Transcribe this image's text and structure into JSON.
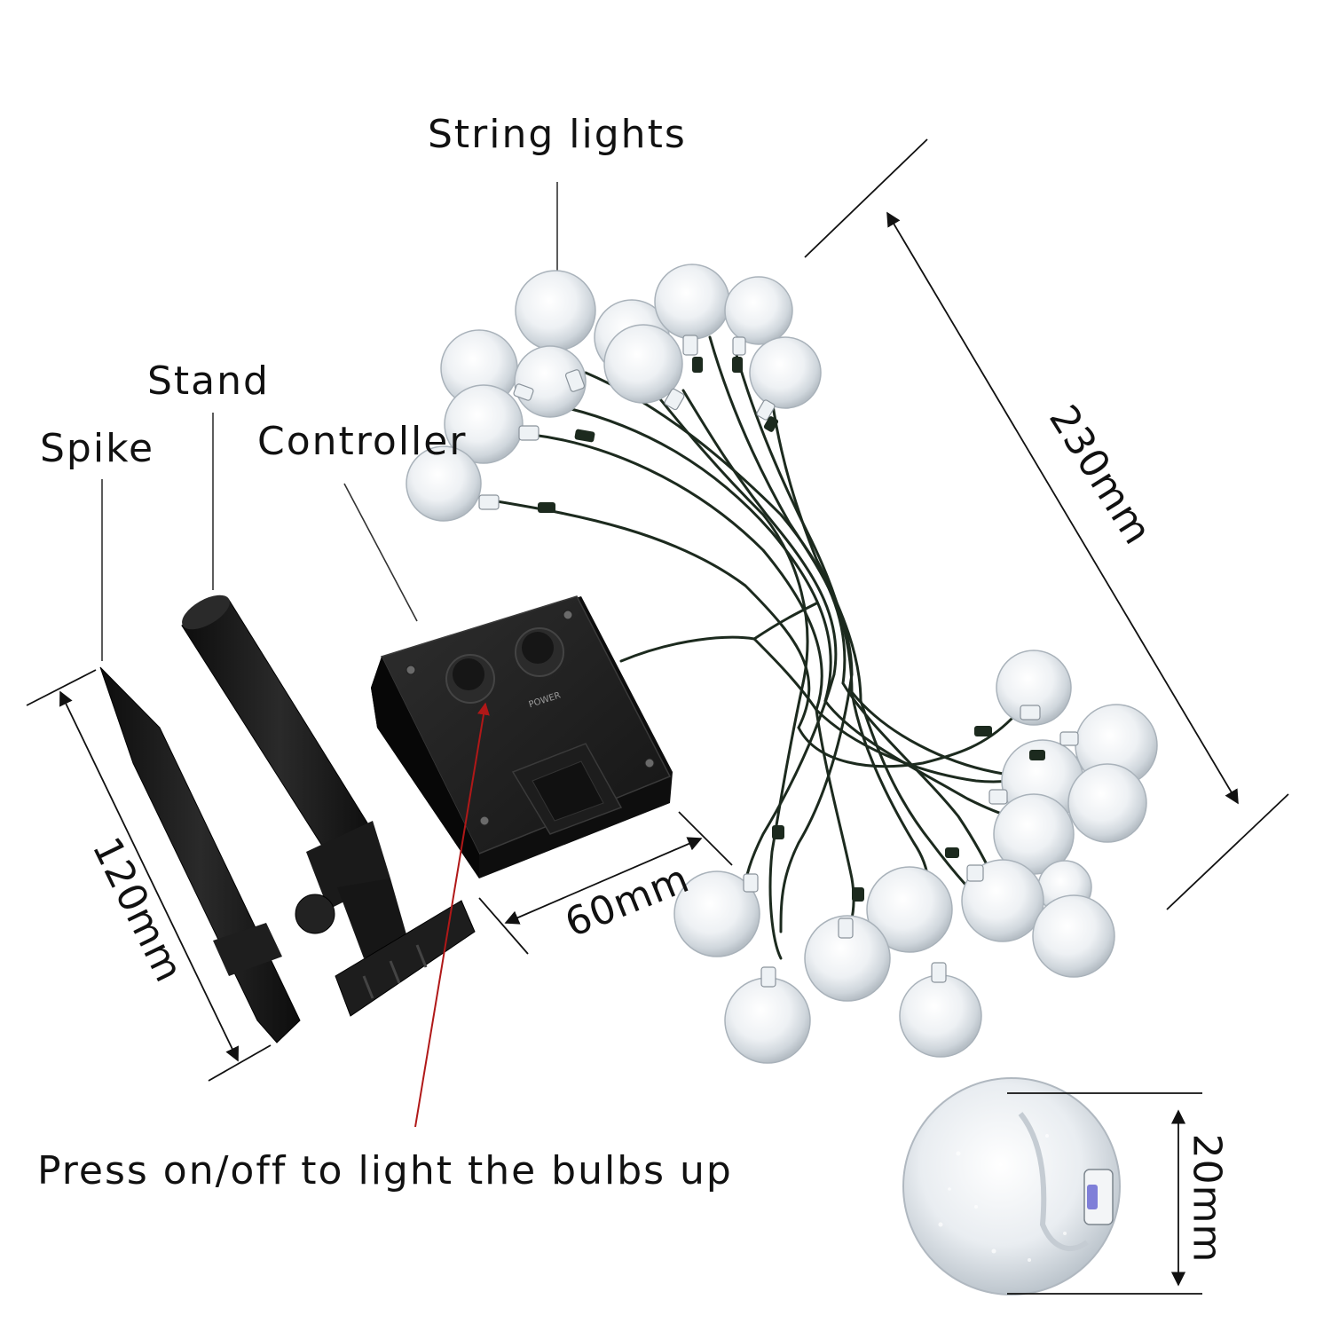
{
  "labels": {
    "string_lights": "String lights",
    "stand": "Stand",
    "spike": "Spike",
    "controller": "Controller",
    "press_note": "Press on/off to light the bulbs up"
  },
  "dimensions": {
    "string_length": "230mm",
    "box_width": "60mm",
    "spike_length": "120mm",
    "bulb_diameter": "20mm"
  },
  "controller_panel": {
    "button_text": "POWER"
  },
  "colors": {
    "wire": "#1c2a1e",
    "product_black": "#1a1a1a",
    "pointer_red": "#b01818",
    "bulb_glass": "#dfe5ea"
  }
}
